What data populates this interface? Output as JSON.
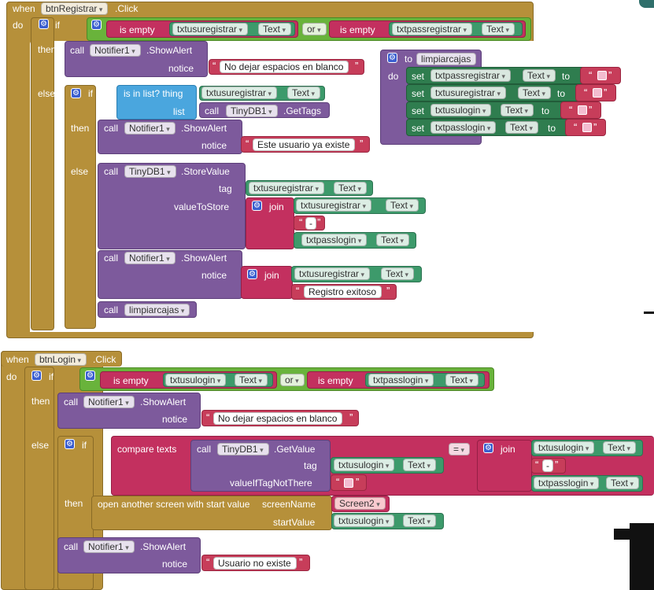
{
  "colors": {
    "event": "#b6903a",
    "procedure": "#7d5a9c",
    "text": "#c3305f",
    "component": "#3d9a6b",
    "logic": "#69b33b",
    "list": "#4aa6de",
    "variables": "#2f7d4f"
  },
  "btnRegistrar": {
    "when": "when",
    "component": "btnRegistrar",
    "event": ".Click",
    "do": "do",
    "if": "if",
    "is_empty": "is empty",
    "or": "or",
    "then": "then",
    "else": "else",
    "txtusuregistrar": "txtusuregistrar",
    "txtpassregistrar": "txtpassregistrar",
    "text": "Text",
    "call": "call",
    "notifier": "Notifier1",
    "show_alert": ".ShowAlert",
    "notice": "notice",
    "msg_blank": "No dejar espacios en blanco",
    "is_in_list": "is in list? thing",
    "list": "list",
    "tinydb": "TinyDB1",
    "get_tags": ".GetTags",
    "msg_exists": "Este usuario ya existe",
    "store_value": ".StoreValue",
    "tag": "tag",
    "value_to_store": "valueToStore",
    "join": "join",
    "dash": "-",
    "txtpasslogin": "txtpasslogin",
    "msg_ok": "Registro exitoso",
    "limpiarcajas": "limpiarcajas"
  },
  "limpiarcajas_proc": {
    "to": "to",
    "name": "limpiarcajas",
    "do": "do",
    "set": "set",
    "to_kw": "to",
    "rows": [
      "txtpassregistrar",
      "txtusuregistrar",
      "txtusulogin",
      "txtpasslogin"
    ],
    "text": "Text"
  },
  "btnLogin": {
    "when": "when",
    "component": "btnLogin",
    "event": ".Click",
    "do": "do",
    "if": "if",
    "is_empty": "is empty",
    "or": "or",
    "then": "then",
    "else": "else",
    "txtusulogin": "txtusulogin",
    "txtpasslogin": "txtpasslogin",
    "text": "Text",
    "call": "call",
    "notifier": "Notifier1",
    "show_alert": ".ShowAlert",
    "notice": "notice",
    "msg_blank": "No dejar espacios en blanco",
    "compare_texts": "compare texts",
    "tinydb": "TinyDB1",
    "get_value": ".GetValue",
    "tag": "tag",
    "value_if_not": "valueIfTagNotThere",
    "eq": "=",
    "join": "join",
    "dash": "-",
    "open_screen": "open another screen with start value",
    "screen_name": "screenName",
    "screen2": "Screen2",
    "start_value": "startValue",
    "msg_no_user": "Usuario no existe"
  }
}
